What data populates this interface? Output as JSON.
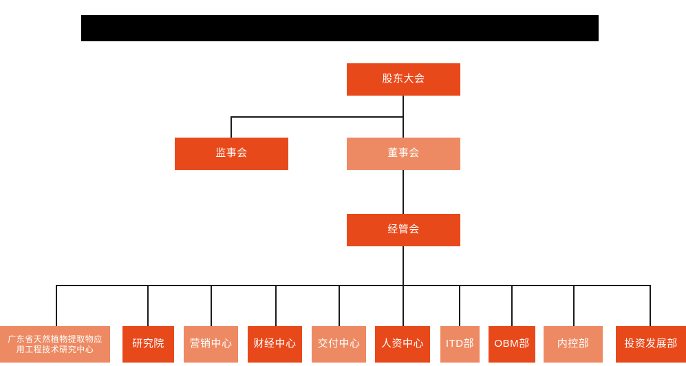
{
  "diagram": {
    "title_bar": {
      "name": "redacted-title-bar",
      "text": "",
      "color": "#000000"
    },
    "colors": {
      "background": "#ffffff",
      "deep_orange": "#E8491B",
      "light_orange": "#ED8A63",
      "connector": "#1a1a1a",
      "node_text": "#ffffff"
    },
    "levels": {
      "level1": {
        "nodes": [
          "shareholders_meeting"
        ]
      },
      "level2": {
        "nodes": [
          "board_of_supervisors",
          "board_of_directors"
        ]
      },
      "level3": {
        "nodes": [
          "management_committee"
        ]
      },
      "level4": {
        "nodes": [
          "departments"
        ]
      }
    },
    "nodes": {
      "shareholders_meeting": {
        "label": "股东大会",
        "shade": "deep"
      },
      "board_of_supervisors": {
        "label": "监事会",
        "shade": "deep"
      },
      "board_of_directors": {
        "label": "董事会",
        "shade": "light"
      },
      "management_committee": {
        "label": "经管会",
        "shade": "deep"
      }
    },
    "departments": [
      {
        "label": "广东省天然植物提取物应\n用工程技术研究中心",
        "shade": "light",
        "font_size": "12px"
      },
      {
        "label": "研究院",
        "shade": "deep",
        "font_size": "15px"
      },
      {
        "label": "营销中心",
        "shade": "light",
        "font_size": "15px"
      },
      {
        "label": "财经中心",
        "shade": "deep",
        "font_size": "15px"
      },
      {
        "label": "交付中心",
        "shade": "light",
        "font_size": "15px"
      },
      {
        "label": "人资中心",
        "shade": "deep",
        "font_size": "15px"
      },
      {
        "label": "ITD部",
        "shade": "light",
        "font_size": "15px"
      },
      {
        "label": "OBM部",
        "shade": "deep",
        "font_size": "15px"
      },
      {
        "label": "内控部",
        "shade": "light",
        "font_size": "15px"
      },
      {
        "label": "投资发展部",
        "shade": "deep",
        "font_size": "15px"
      }
    ]
  }
}
